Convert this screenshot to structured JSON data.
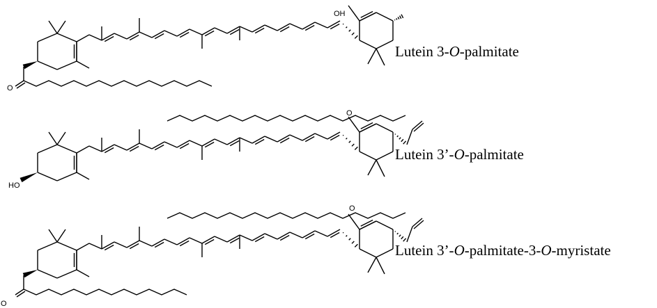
{
  "compounds": [
    {
      "name": "Lutein 3-O-palmitate",
      "parts": [
        "Lutein 3-",
        "O",
        "-palmitate"
      ],
      "atom_labels": {
        "hydroxyl": "OH",
        "ester_oxygen": "O"
      }
    },
    {
      "name": "Lutein 3'-O-palmitate",
      "parts": [
        "Lutein 3’-",
        "O",
        "-palmitate"
      ],
      "atom_labels": {
        "hydroxyl": "HO",
        "ester_oxygen": "O"
      }
    },
    {
      "name": "Lutein 3'-O-palmitate-3-O-myristate",
      "parts": [
        "Lutein 3’-",
        "O",
        "-palmitate-3-",
        "O",
        "-myristate"
      ],
      "atom_labels": {
        "ester_oxygen_top": "O",
        "ester_oxygen_bottom": "O"
      }
    }
  ]
}
